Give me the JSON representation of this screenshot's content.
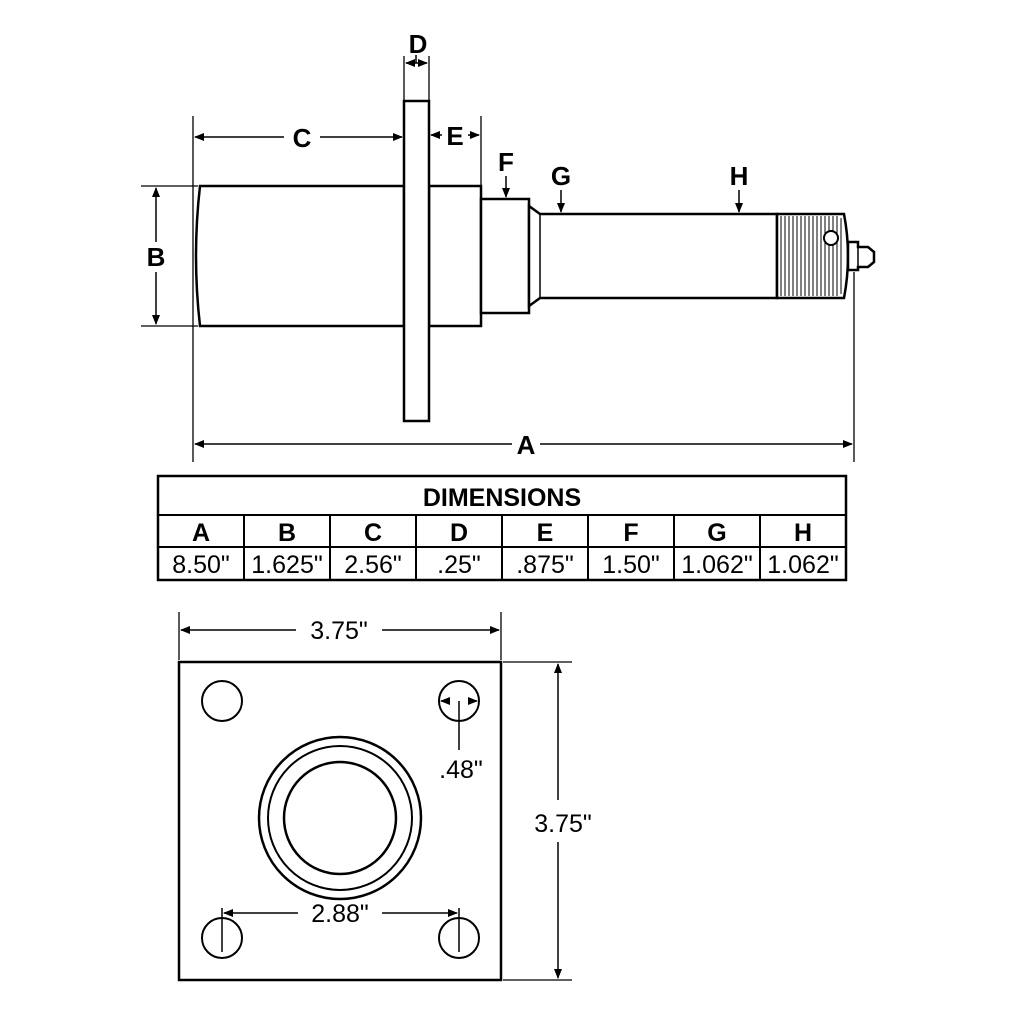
{
  "side_view": {
    "labels": {
      "a": "A",
      "b": "B",
      "c": "C",
      "d": "D",
      "e": "E",
      "f": "F",
      "g": "G",
      "h": "H"
    }
  },
  "table": {
    "title": "DIMENSIONS",
    "headers": [
      "A",
      "B",
      "C",
      "D",
      "E",
      "F",
      "G",
      "H"
    ],
    "values": [
      "8.50\"",
      "1.625\"",
      "2.56\"",
      ".25\"",
      ".875\"",
      "1.50\"",
      "1.062\"",
      "1.062\""
    ]
  },
  "flange_view": {
    "width": "3.75\"",
    "height": "3.75\"",
    "hole_diameter": ".48\"",
    "hole_spacing": "2.88\""
  }
}
